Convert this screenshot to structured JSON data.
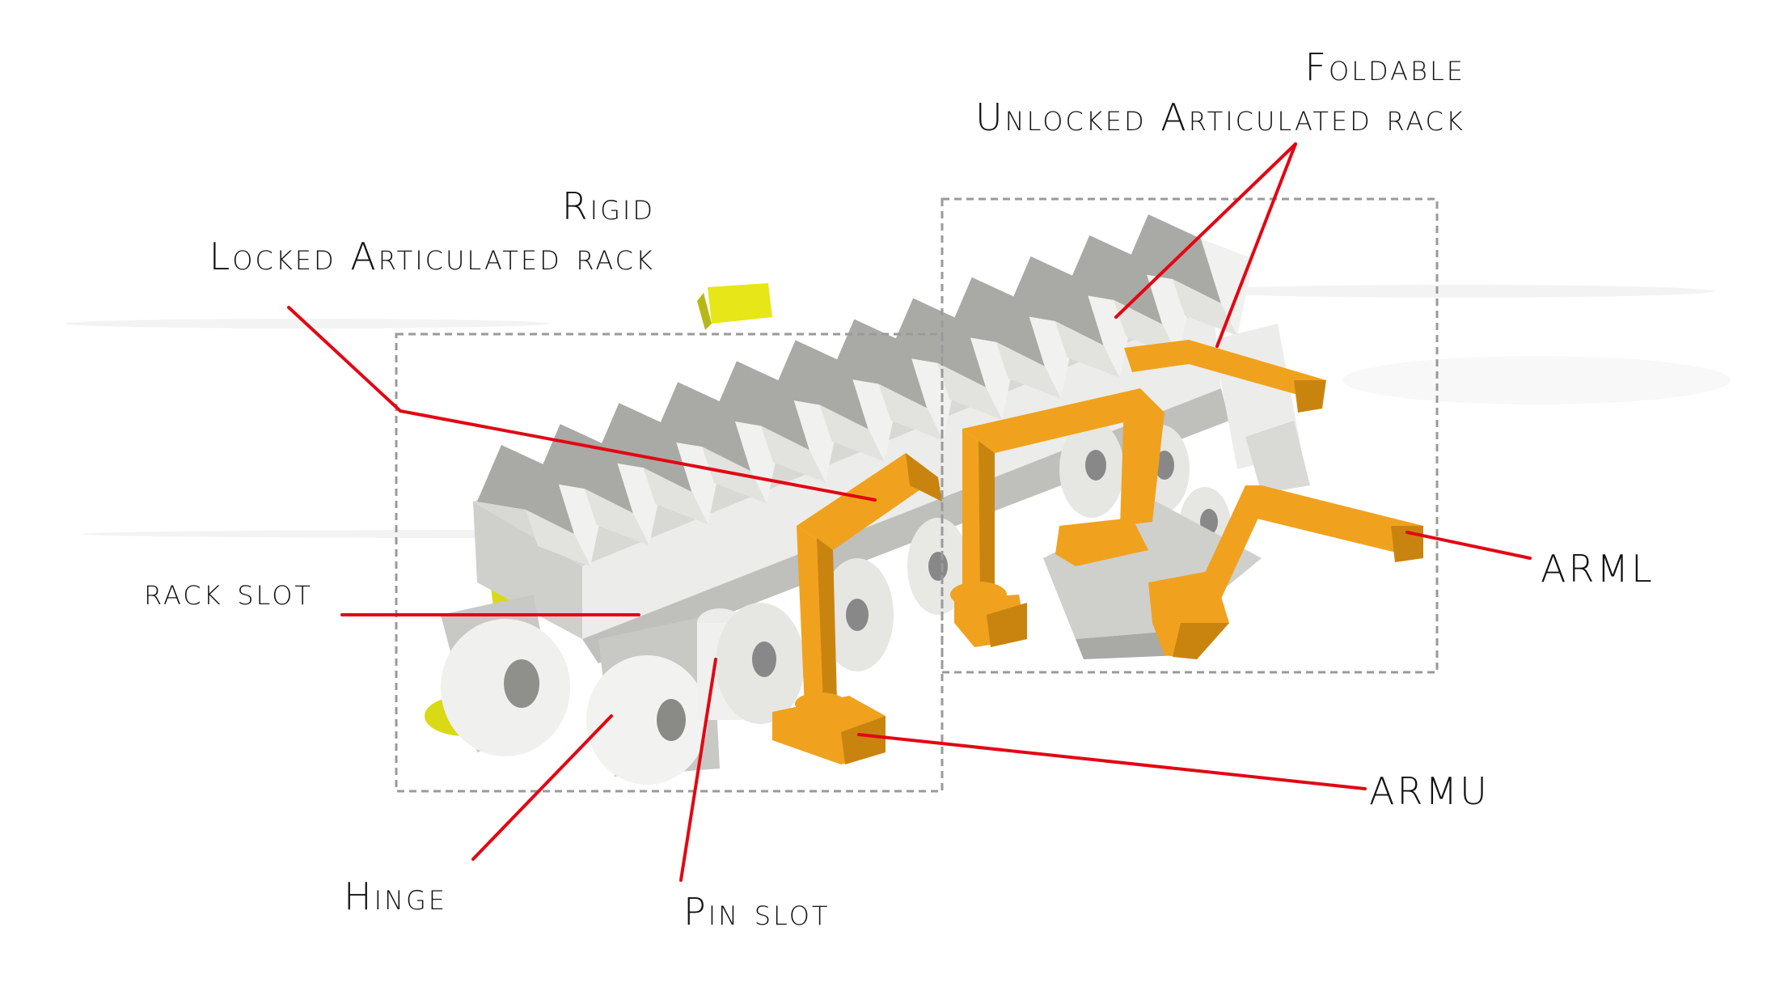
{
  "labels": {
    "rigid": "Rigid",
    "locked_rack": "Locked Articulated rack",
    "foldable": "Foldable",
    "unlocked_rack": "Unlocked Articulated rack",
    "rack_slot": "rack slot",
    "arm_l": "ARMl",
    "arm_u": "ARMu",
    "hinge": "Hinge",
    "pin_slot": "Pin slot"
  },
  "colors": {
    "leader_line": "#e30613",
    "arm": "#f0a21e",
    "arm_shade": "#c98410",
    "rack_light": "#ececea",
    "rack_mid": "#cfcfcc",
    "rack_dark": "#a9a9a6",
    "yellow_part": "#e6e619",
    "dashed_box": "#9a9a9a"
  }
}
